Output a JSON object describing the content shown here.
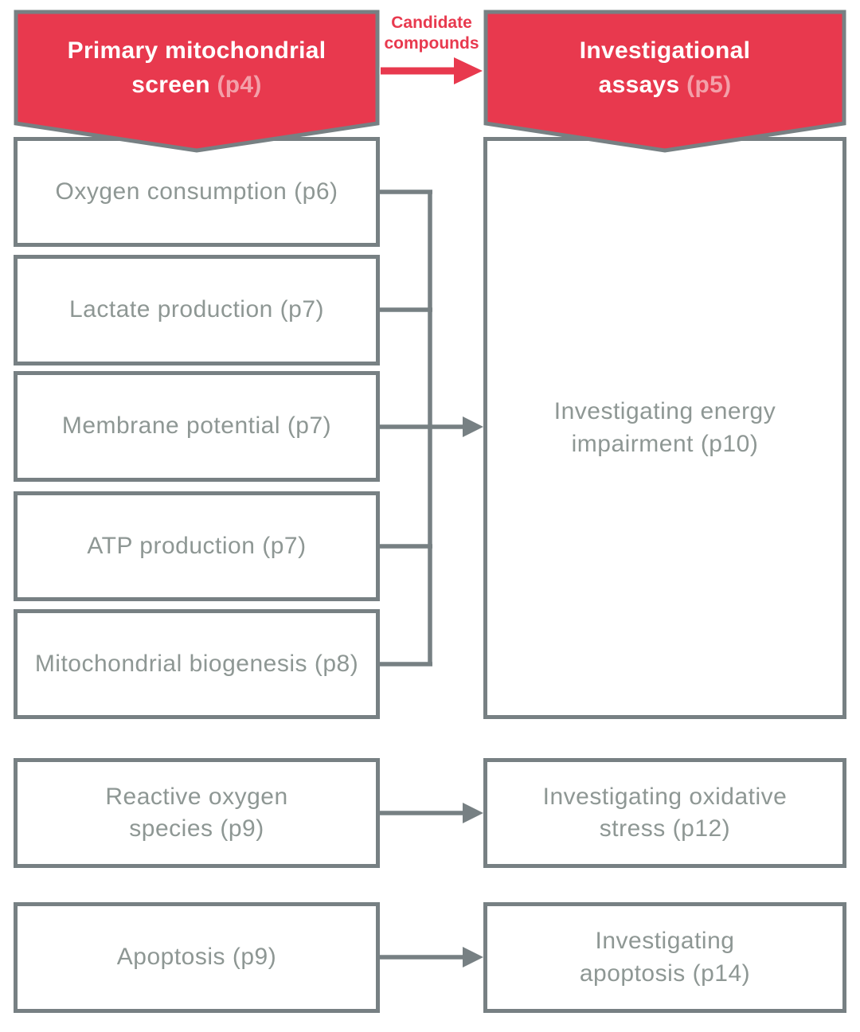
{
  "colors": {
    "accent_red": "#e8394e",
    "accent_pink": "#f3a0a9",
    "line_gray": "#778083",
    "text_gray": "#8e9794"
  },
  "left_banner": {
    "title": "Primary mitochondrial screen",
    "page_ref": "(p4)"
  },
  "right_banner": {
    "title": "Investigational assays",
    "page_ref": "(p5)"
  },
  "flow_label": "Candidate compounds",
  "primary_screen_boxes": [
    {
      "label": "Oxygen consumption (p6)"
    },
    {
      "label": "Lactate production (p7)"
    },
    {
      "label": "Membrane potential (p7)"
    },
    {
      "label": "ATP production (p7)"
    },
    {
      "label": "Mitochondrial biogenesis (p8)"
    },
    {
      "label": [
        "Reactive oxygen",
        "species (p9)"
      ]
    },
    {
      "label": "Apoptosis (p9)"
    }
  ],
  "investigational_boxes": [
    {
      "label": [
        "Investigating energy",
        "impairment (p10)"
      ]
    },
    {
      "label": [
        "Investigating oxidative",
        "stress (p12)"
      ]
    },
    {
      "label": [
        "Investigating",
        "apoptosis (p14)"
      ]
    }
  ]
}
